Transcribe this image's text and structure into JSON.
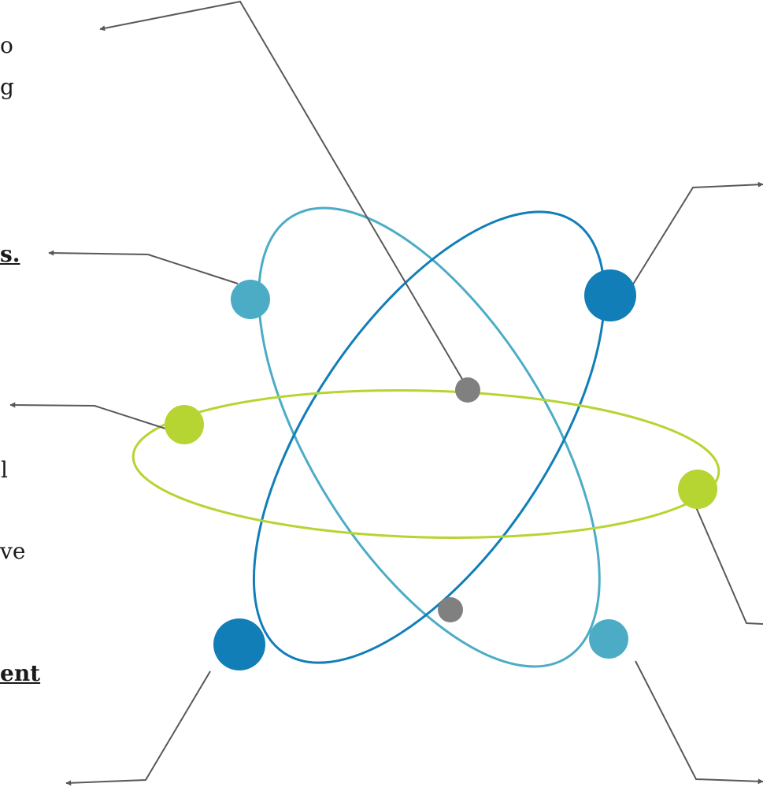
{
  "text_fragments": [
    {
      "id": "frag-1",
      "text": "o",
      "underline": false
    },
    {
      "id": "frag-2",
      "text": "g",
      "underline": false
    },
    {
      "id": "frag-3",
      "text": "s.",
      "underline": true
    },
    {
      "id": "frag-4",
      "text": "l",
      "underline": false
    },
    {
      "id": "frag-5",
      "text": "ve",
      "underline": false
    },
    {
      "id": "frag-6",
      "text": "ent",
      "underline": true
    }
  ],
  "colors": {
    "orbit_light_blue": "#4cacc6",
    "orbit_dark_blue": "#127eb8",
    "orbit_green": "#b6d432",
    "electron_light_blue": "#4cacc6",
    "electron_dark_blue": "#127eb8",
    "electron_green": "#b6d432",
    "nucleus_grey": "#808080",
    "arrow": "#595959",
    "text": "#1a1a1a"
  }
}
